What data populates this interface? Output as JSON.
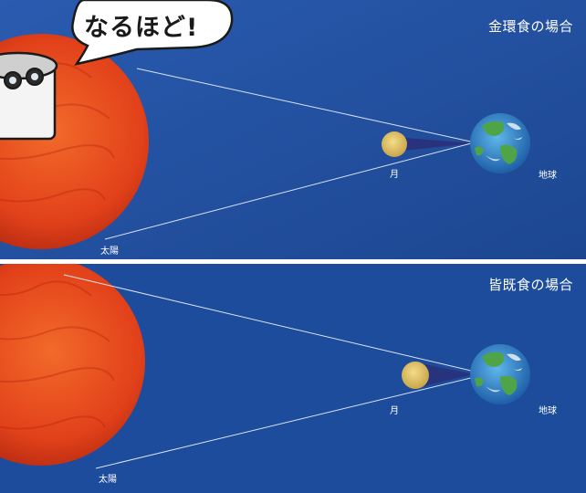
{
  "speech_bubble": {
    "text": "なるほど!"
  },
  "panels": [
    {
      "title": "金環食の場合",
      "sun_label": "太陽",
      "moon_label": "月",
      "earth_label": "地球"
    },
    {
      "title": "皆既食の場合",
      "sun_label": "太陽",
      "moon_label": "月",
      "earth_label": "地球"
    }
  ],
  "colors": {
    "space": "#1f4f9a",
    "sun": "#e8471a",
    "moon": "#e3c46a",
    "earth_land": "#4ea447",
    "earth_sea": "#2c7fc8",
    "shadow": "#2a2f78"
  }
}
